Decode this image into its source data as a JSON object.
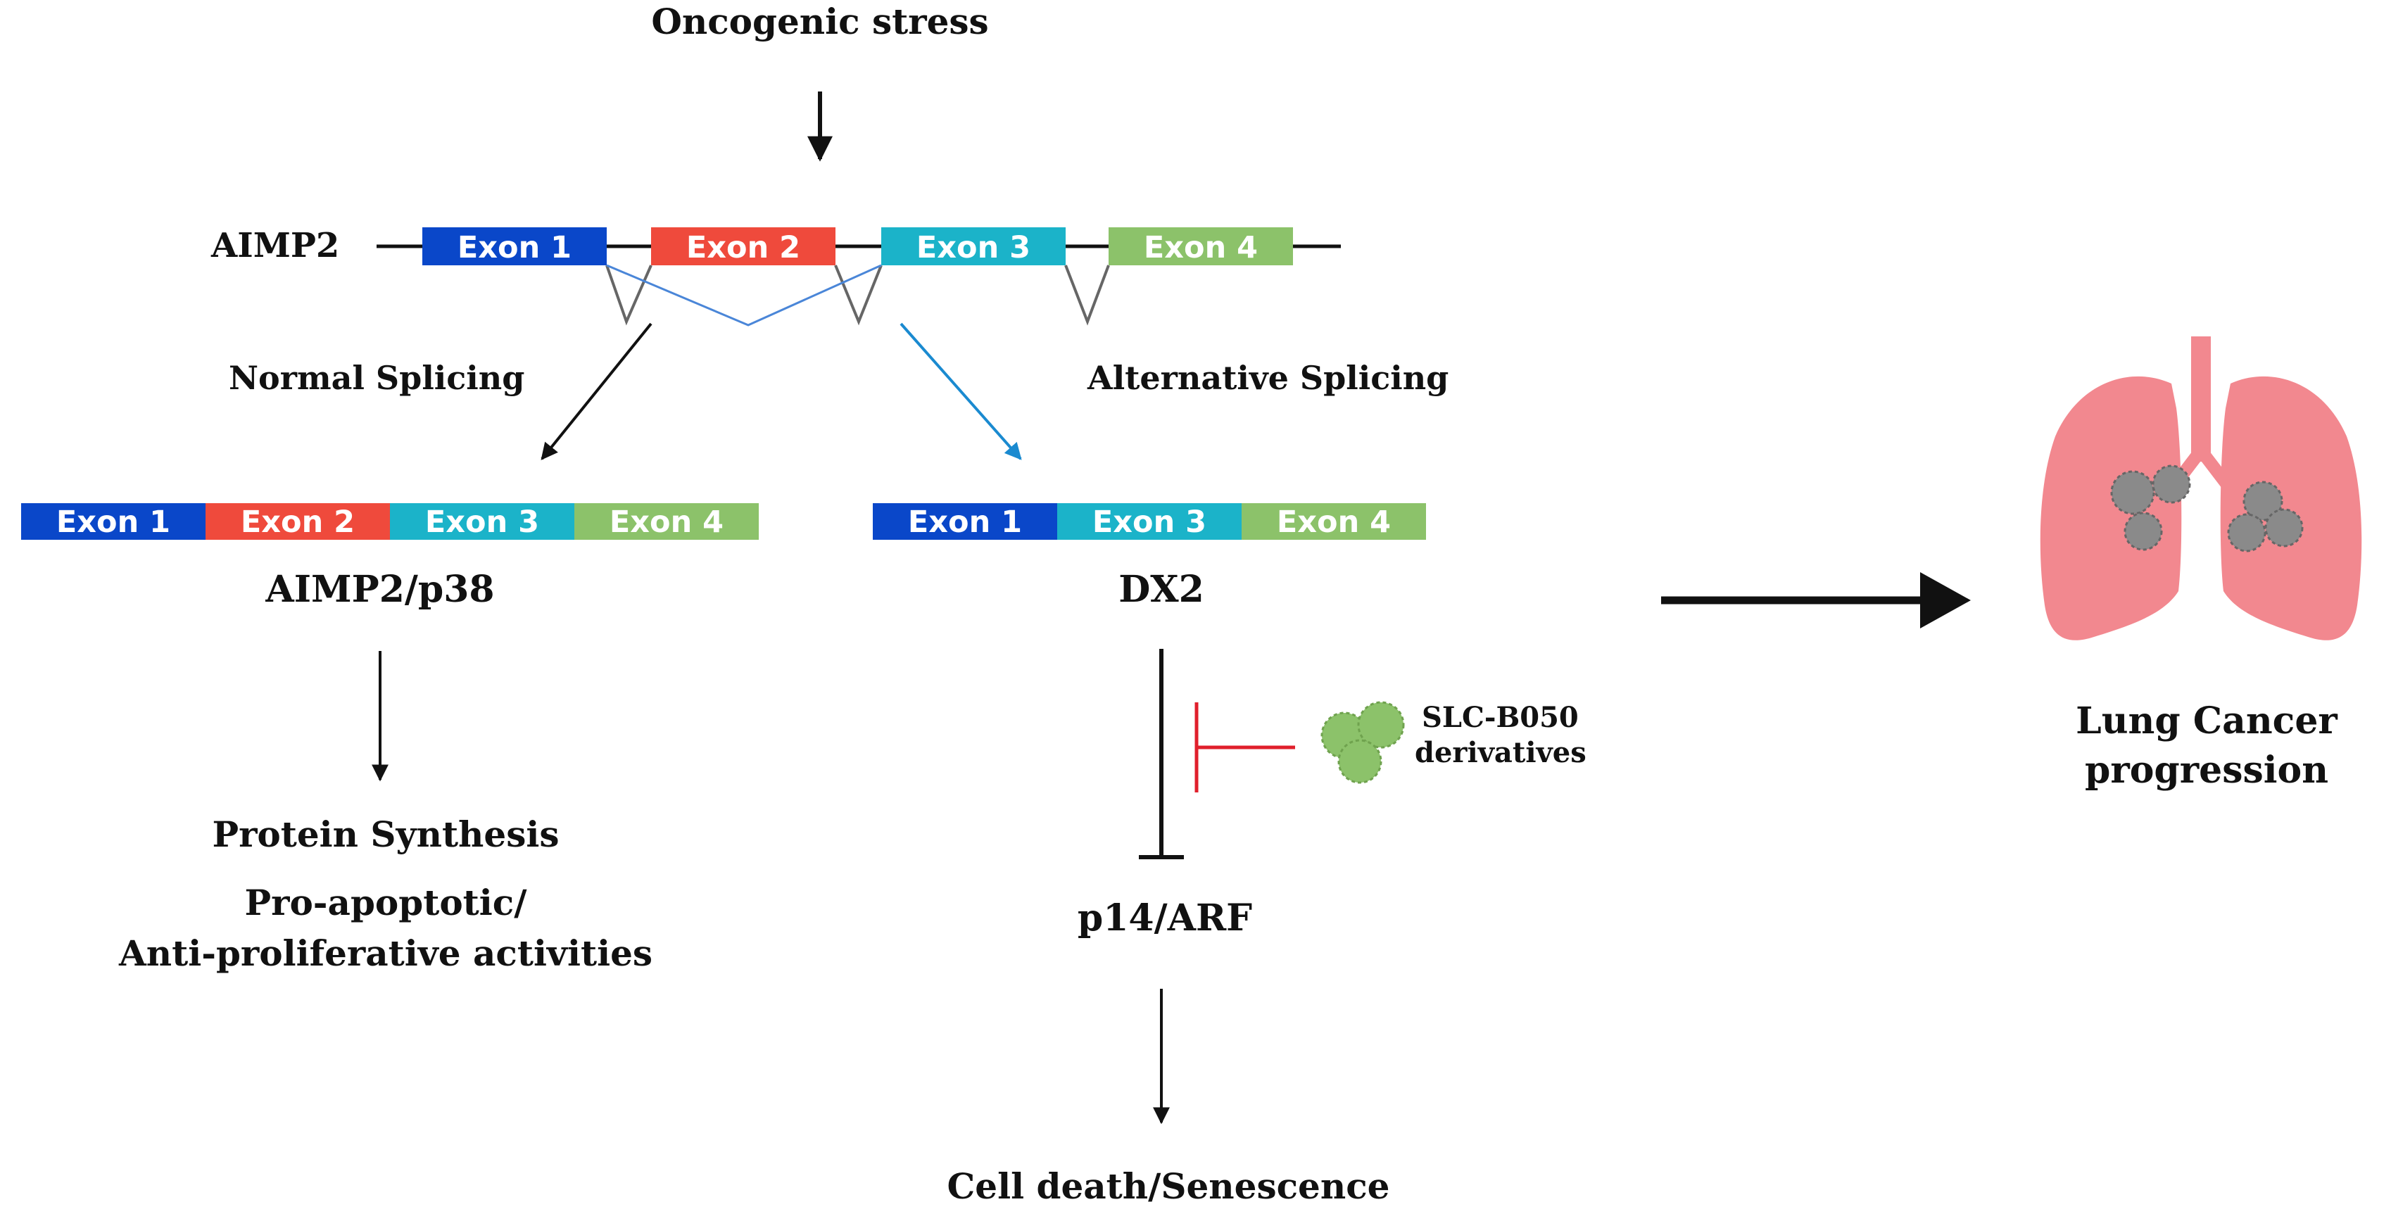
{
  "top": {
    "stimulus": "Oncogenic stress"
  },
  "gene": {
    "name": "AIMP2",
    "exons": [
      "Exon 1",
      "Exon 2",
      "Exon 3",
      "Exon 4"
    ]
  },
  "splicing": {
    "normal": "Normal Splicing",
    "alternative": "Alternative Splicing"
  },
  "normal_product": {
    "exons": [
      "Exon 1",
      "Exon 2",
      "Exon 3",
      "Exon 4"
    ],
    "name": "AIMP2/p38",
    "outcome_1": "Protein Synthesis",
    "outcome_2_line1": "Pro-apoptotic/",
    "outcome_2_line2": "Anti-proliferative activities"
  },
  "variant_product": {
    "exons": [
      "Exon 1",
      "Exon 3",
      "Exon 4"
    ],
    "name": "DX2",
    "target": "p14/ARF",
    "outcome": "Cell death/Senescence"
  },
  "inhibitor": {
    "line1": "SLC-B050",
    "line2": "derivatives"
  },
  "disease": {
    "line1": "Lung Cancer",
    "line2": "progression"
  },
  "colors": {
    "exon1": "#0a47c9",
    "exon2": "#ef4a3c",
    "exon3": "#1bb3c9",
    "exon4": "#8cc26a",
    "alt_splice": "#1a8ad0",
    "inhibit": "#e0202c",
    "lung": "#f2888f",
    "tumor": "#8a8a8a",
    "compound": "#8cc26a"
  }
}
